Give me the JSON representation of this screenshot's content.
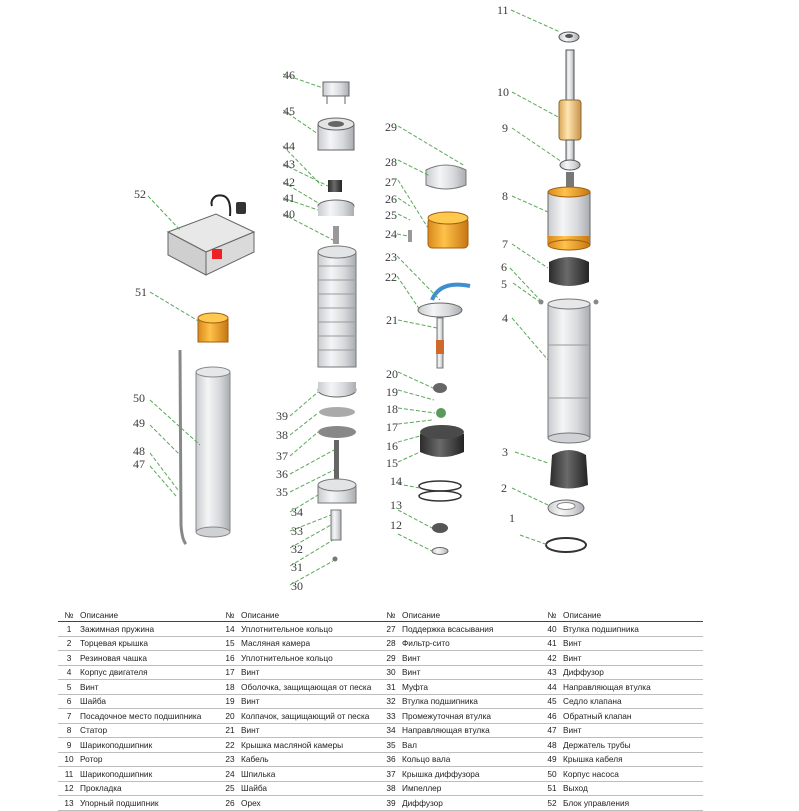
{
  "callouts": [
    "1",
    "2",
    "3",
    "4",
    "5",
    "6",
    "7",
    "8",
    "9",
    "10",
    "11",
    "12",
    "13",
    "14",
    "15",
    "16",
    "17",
    "18",
    "19",
    "20",
    "21",
    "22",
    "23",
    "24",
    "25",
    "26",
    "27",
    "28",
    "29",
    "30",
    "31",
    "32",
    "33",
    "34",
    "35",
    "36",
    "37",
    "38",
    "39",
    "40",
    "41",
    "42",
    "43",
    "44",
    "45",
    "46",
    "47",
    "48",
    "49",
    "50",
    "51",
    "52"
  ],
  "table": {
    "header_num": "№",
    "header_desc": "Описание",
    "columns": [
      [
        {
          "n": "1",
          "d": "Зажимная пружина"
        },
        {
          "n": "2",
          "d": "Торцевая крышка"
        },
        {
          "n": "3",
          "d": "Резиновая чашка"
        },
        {
          "n": "4",
          "d": "Корпус двигателя"
        },
        {
          "n": "5",
          "d": "Винт"
        },
        {
          "n": "6",
          "d": "Шайба"
        },
        {
          "n": "7",
          "d": "Посадочное место подшипника"
        },
        {
          "n": "8",
          "d": "Статор"
        },
        {
          "n": "9",
          "d": "Шарикоподшипник"
        },
        {
          "n": "10",
          "d": "Ротор"
        },
        {
          "n": "11",
          "d": "Шарикоподшипник"
        },
        {
          "n": "12",
          "d": "Прокладка"
        },
        {
          "n": "13",
          "d": "Упорный подшипник"
        }
      ],
      [
        {
          "n": "14",
          "d": "Уплотнительное кольцо"
        },
        {
          "n": "15",
          "d": "Масляная камера"
        },
        {
          "n": "16",
          "d": "Уплотнительное кольцо"
        },
        {
          "n": "17",
          "d": "Винт"
        },
        {
          "n": "18",
          "d": "Оболочка, защищающая от песка"
        },
        {
          "n": "19",
          "d": "Винт"
        },
        {
          "n": "20",
          "d": "Колпачок, защищающий от песка"
        },
        {
          "n": "21",
          "d": "Винт"
        },
        {
          "n": "22",
          "d": "Крышка масляной камеры"
        },
        {
          "n": "23",
          "d": "Кабель"
        },
        {
          "n": "24",
          "d": "Шпилька"
        },
        {
          "n": "25",
          "d": "Шайба"
        },
        {
          "n": "26",
          "d": "Орех"
        }
      ],
      [
        {
          "n": "27",
          "d": "Поддержка всасывания"
        },
        {
          "n": "28",
          "d": "Фильтр-сито"
        },
        {
          "n": "29",
          "d": "Винт"
        },
        {
          "n": "30",
          "d": "Винт"
        },
        {
          "n": "31",
          "d": "Муфта"
        },
        {
          "n": "32",
          "d": "Втулка подшипника"
        },
        {
          "n": "33",
          "d": "Промежуточная втулка"
        },
        {
          "n": "34",
          "d": "Направляющая втулка"
        },
        {
          "n": "35",
          "d": "Вал"
        },
        {
          "n": "36",
          "d": "Кольцо вала"
        },
        {
          "n": "37",
          "d": "Крышка диффузора"
        },
        {
          "n": "38",
          "d": "Импеллер"
        },
        {
          "n": "39",
          "d": "Диффузор"
        }
      ],
      [
        {
          "n": "40",
          "d": "Втулка подшипника"
        },
        {
          "n": "41",
          "d": "Винт"
        },
        {
          "n": "42",
          "d": "Винт"
        },
        {
          "n": "43",
          "d": "Диффузор"
        },
        {
          "n": "44",
          "d": "Направляющая втулка"
        },
        {
          "n": "45",
          "d": "Седло клапана"
        },
        {
          "n": "46",
          "d": "Обратный клапан"
        },
        {
          "n": "47",
          "d": "Винт"
        },
        {
          "n": "48",
          "d": "Держатель трубы"
        },
        {
          "n": "49",
          "d": "Крышка кабеля"
        },
        {
          "n": "50",
          "d": "Корпус насоса"
        },
        {
          "n": "51",
          "d": "Выход"
        },
        {
          "n": "52",
          "d": "Блок управления"
        }
      ]
    ]
  }
}
